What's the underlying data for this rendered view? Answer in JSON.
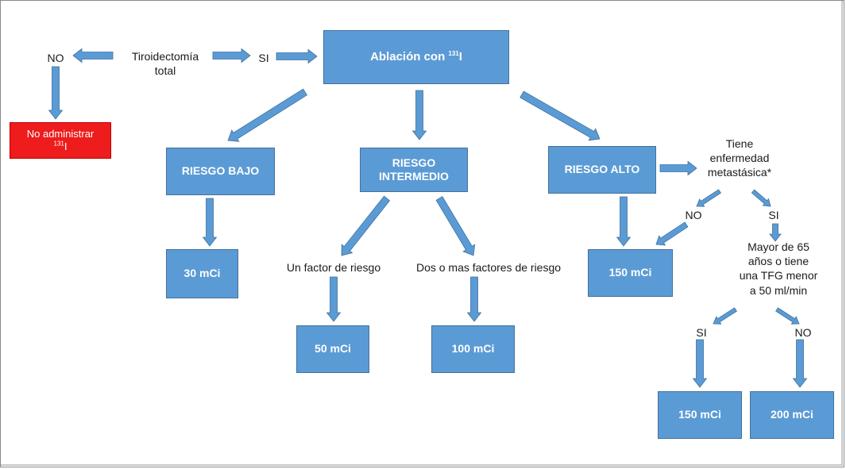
{
  "colors": {
    "box_fill": "#5b9bd5",
    "box_border": "#41719c",
    "arrow": "#5b9bd5",
    "alert_fill": "#ee1c1c",
    "text": "#1a1a1a"
  },
  "nodes": {
    "tiroidectomia": "Tiroidectomía\ntotal",
    "no_top": "NO",
    "si_top": "SI",
    "ablacion": {
      "text": "Ablación con ",
      "sup": "131",
      "suffix": "I"
    },
    "no_administrar": {
      "text": "No administrar",
      "sup": "131",
      "suffix": "I"
    },
    "riesgo_bajo": "RIESGO BAJO",
    "riesgo_intermedio": "RIESGO\nINTERMEDIO",
    "riesgo_alto": "RIESGO ALTO",
    "metastasica": "Tiene\nenfermedad\nmetastásica*",
    "no_meta": "NO",
    "si_meta": "SI",
    "mayor65": "Mayor de 65\naños o tiene\nuna TFG menor\na 50 ml/min",
    "un_factor": "Un factor de riesgo",
    "dos_factores": "Dos o mas factores de riesgo",
    "dose_30": "30 mCi",
    "dose_50": "50 mCi",
    "dose_100": "100 mCi",
    "dose_150_alto": "150 mCi",
    "si_age": "SI",
    "no_age": "NO",
    "dose_150_age": "150 mCi",
    "dose_200": "200 mCi"
  }
}
